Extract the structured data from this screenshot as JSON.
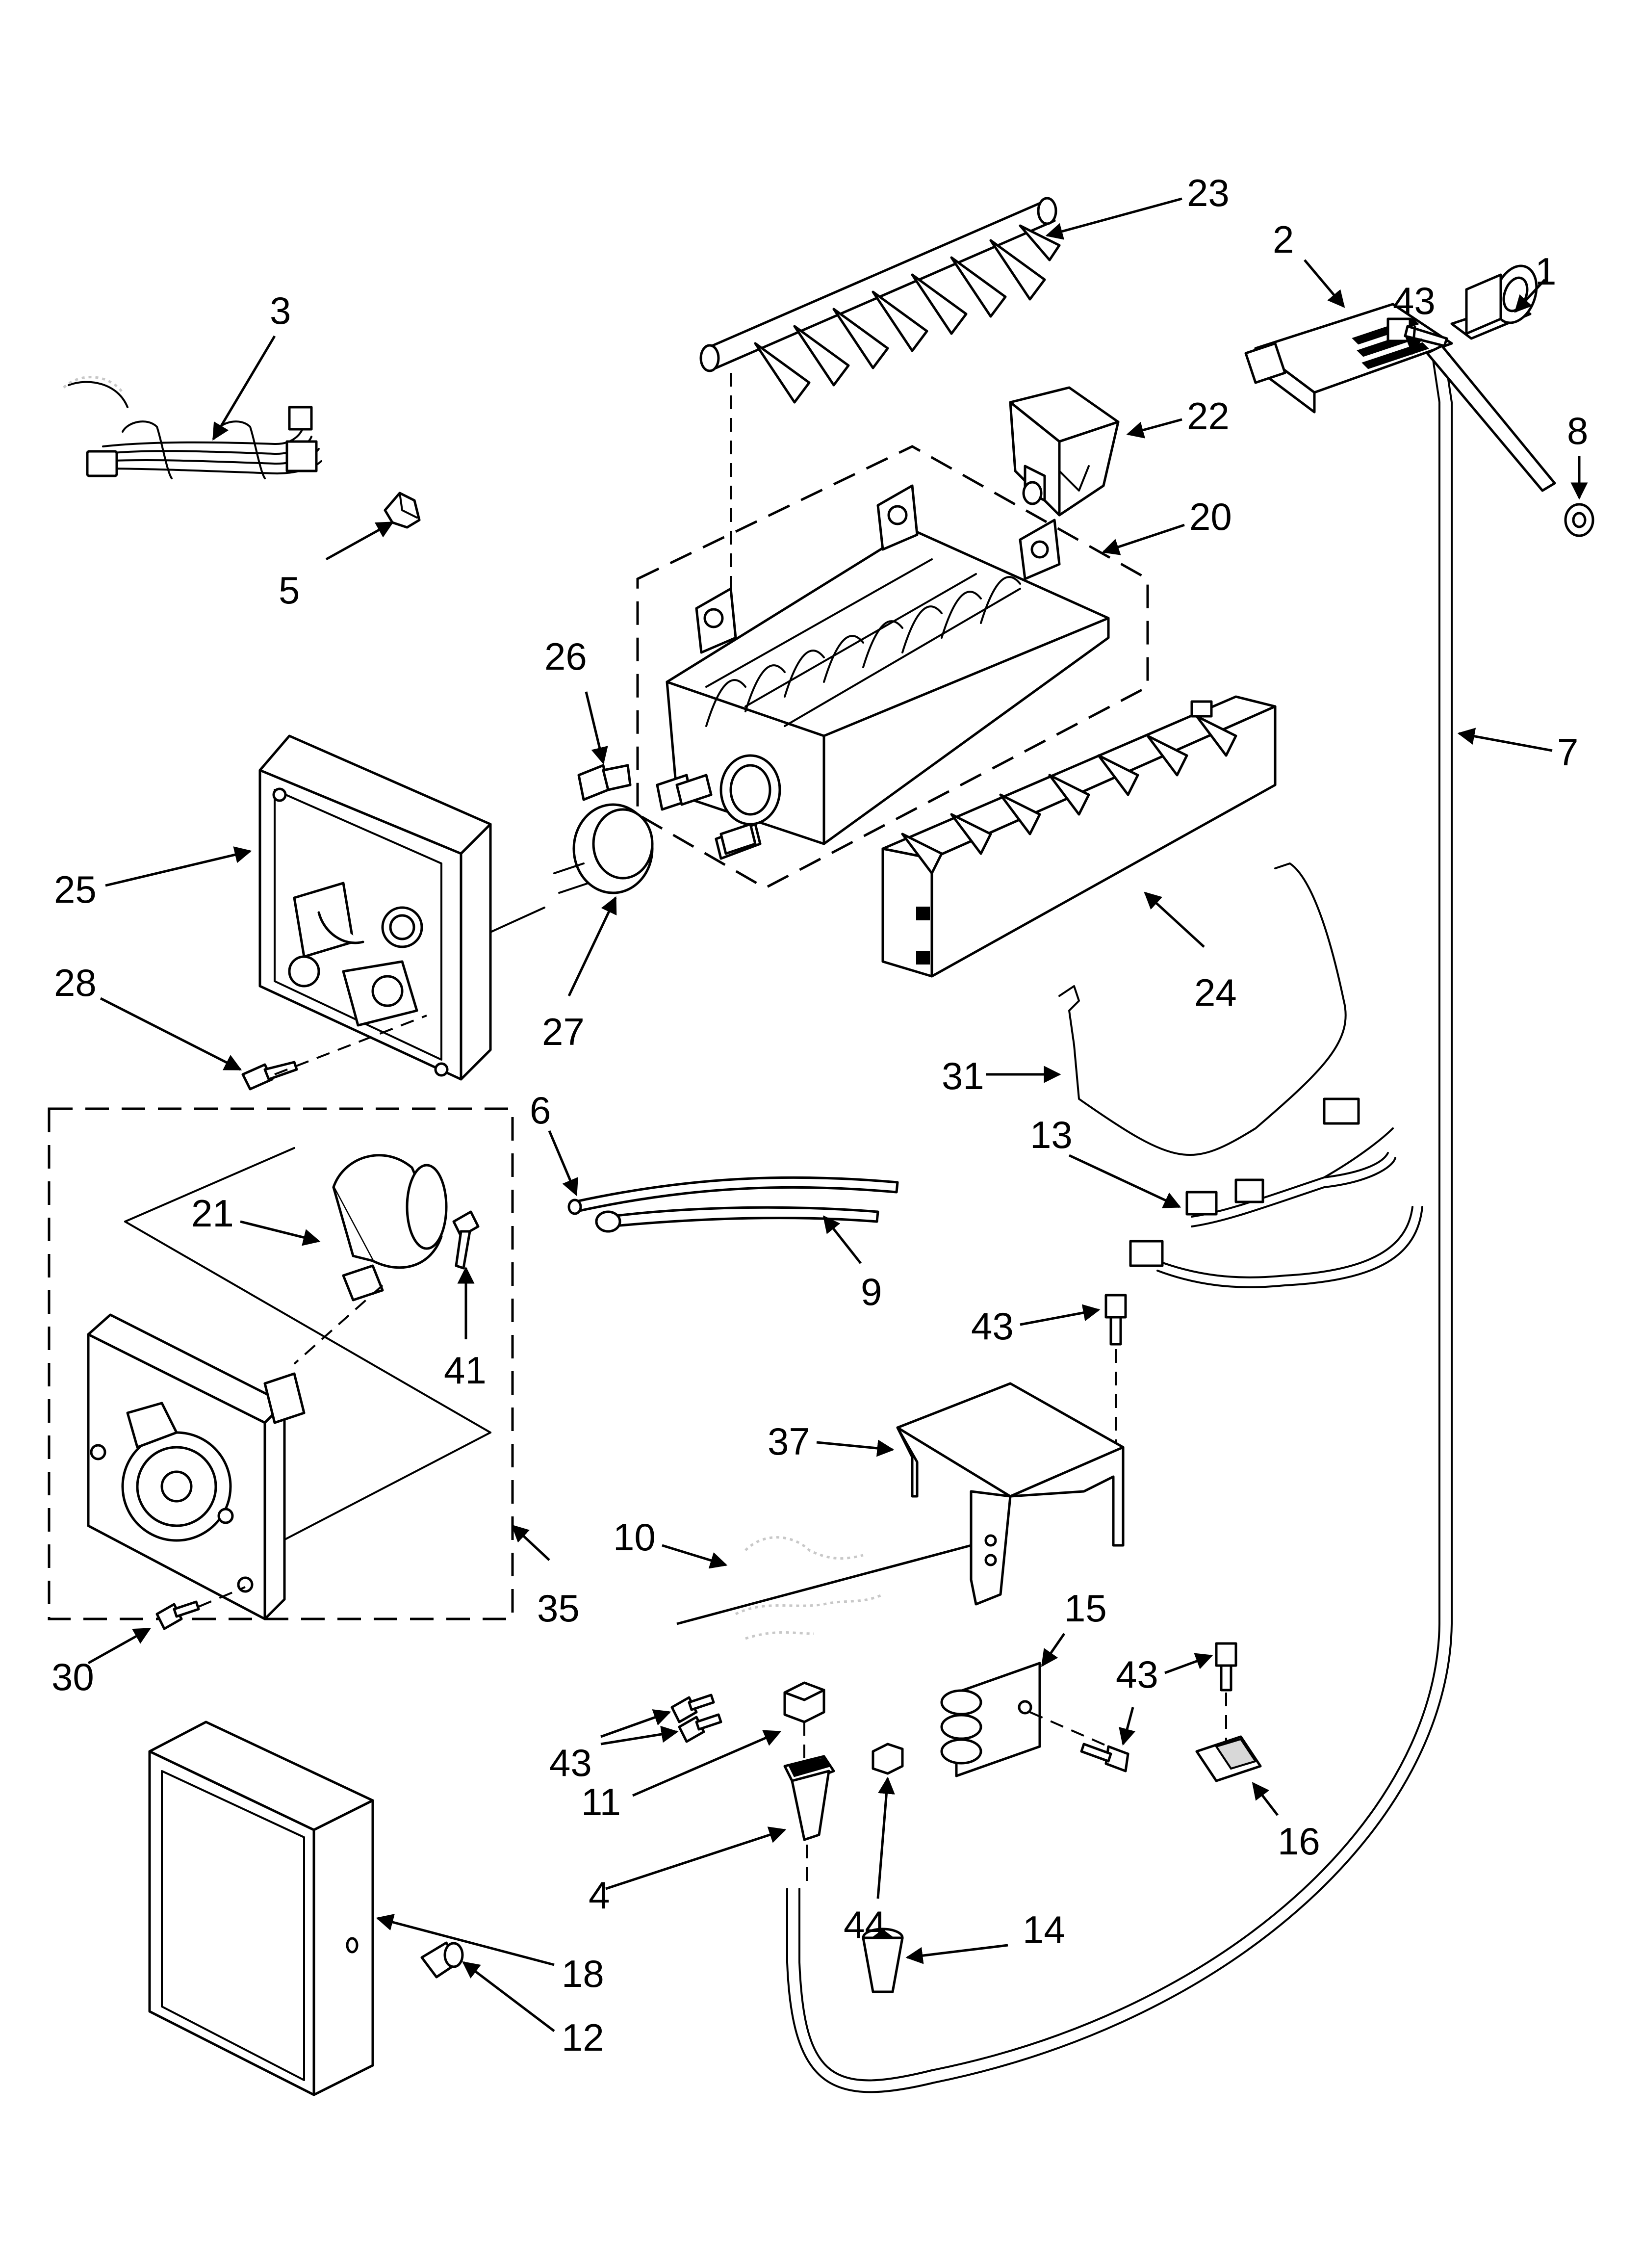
{
  "callouts": {
    "c1": "1",
    "c2": "2",
    "c3": "3",
    "c4": "4",
    "c5": "5",
    "c6": "6",
    "c7": "7",
    "c8": "8",
    "c9": "9",
    "c10": "10",
    "c11": "11",
    "c12": "12",
    "c13": "13",
    "c14": "14",
    "c15": "15",
    "c16": "16",
    "c18": "18",
    "c20": "20",
    "c21": "21",
    "c22": "22",
    "c23": "23",
    "c24": "24",
    "c25": "25",
    "c26": "26",
    "c27": "27",
    "c28": "28",
    "c30": "30",
    "c31": "31",
    "c35": "35",
    "c37": "37",
    "c41": "41",
    "c43a": "43",
    "c43b": "43",
    "c43c": "43",
    "c43d": "43",
    "c44": "44"
  },
  "colors": {
    "line": "#000000",
    "background": "#ffffff"
  }
}
